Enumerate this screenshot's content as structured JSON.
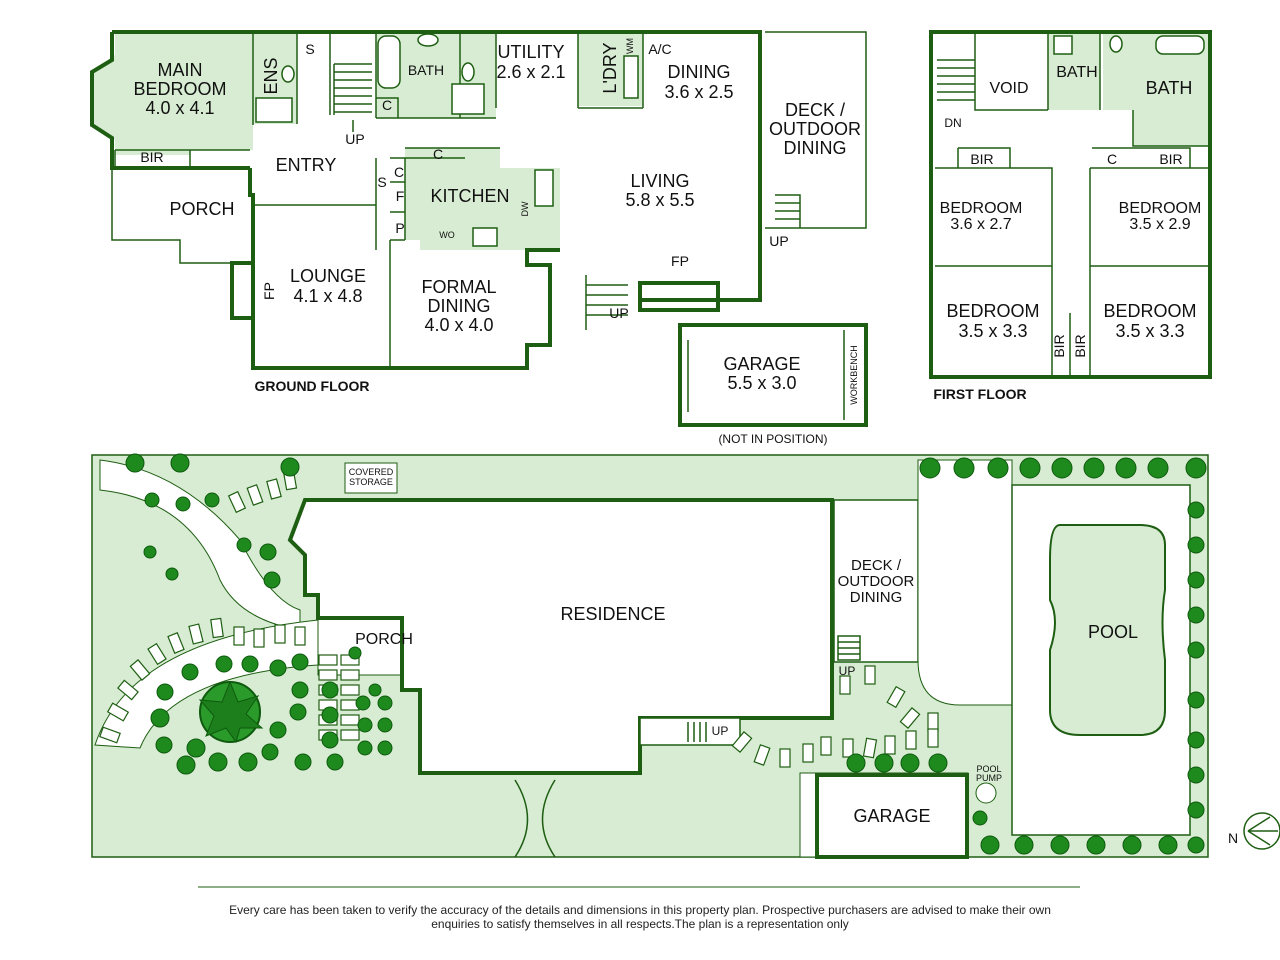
{
  "ground_floor": {
    "title": "GROUND FLOOR",
    "rooms": {
      "main_bedroom": [
        "MAIN",
        "BEDROOM",
        "4.0 x 4.1"
      ],
      "ens": "ENS",
      "bath": "BATH",
      "utility": [
        "UTILITY",
        "2.6 x 2.1"
      ],
      "ldry": "L'DRY",
      "wm": "WM",
      "ac": "A/C",
      "dining": [
        "DINING",
        "3.6 x 2.5"
      ],
      "deck": [
        "DECK /",
        "OUTDOOR",
        "DINING"
      ],
      "entry": "ENTRY",
      "bir": "BIR",
      "porch": "PORCH",
      "kitchen": "KITCHEN",
      "living": [
        "LIVING",
        "5.8 x 5.5"
      ],
      "lounge": [
        "LOUNGE",
        "4.1 x 4.8"
      ],
      "formal_dining": [
        "FORMAL",
        "DINING",
        "4.0 x 4.0"
      ],
      "fp": "FP",
      "up": "UP",
      "s": "S",
      "c": "C",
      "f": "F",
      "p": "P",
      "dw": "DW",
      "wo": "WO"
    }
  },
  "garage_plan": {
    "title": [
      "GARAGE",
      "5.5 x 3.0"
    ],
    "workbench": "WORKBENCH",
    "note": "(NOT IN POSITION)"
  },
  "first_floor": {
    "title": "FIRST FLOOR",
    "rooms": {
      "void": "VOID",
      "bath_small": "BATH",
      "bath_large": "BATH",
      "dn": "DN",
      "bir": "BIR",
      "c": "C",
      "bed1": [
        "BEDROOM",
        "3.6 x 2.7"
      ],
      "bed2": [
        "BEDROOM",
        "3.5 x 2.9"
      ],
      "bed3": [
        "BEDROOM",
        "3.5 x 3.3"
      ],
      "bed4": [
        "BEDROOM",
        "3.5 x 3.3"
      ]
    }
  },
  "site_plan": {
    "covered_storage": [
      "COVERED",
      "STORAGE"
    ],
    "residence": "RESIDENCE",
    "porch": "PORCH",
    "deck": [
      "DECK /",
      "OUTDOOR",
      "DINING"
    ],
    "up": "UP",
    "pool": "POOL",
    "pool_pump": [
      "POOL",
      "PUMP"
    ],
    "garage": "GARAGE",
    "north": "N"
  },
  "disclaimer": [
    "Every care has been taken to verify the accuracy of the details and dimensions in this property plan. Prospective purchasers are advised to make their own",
    "enquiries to satisfy themselves in all respects.The plan is a representation only"
  ],
  "colors": {
    "wall": "#1e5e12",
    "wet_area": "#d7ecd2",
    "lawn": "#d7ecd2",
    "tree": "#1e8a1e"
  }
}
